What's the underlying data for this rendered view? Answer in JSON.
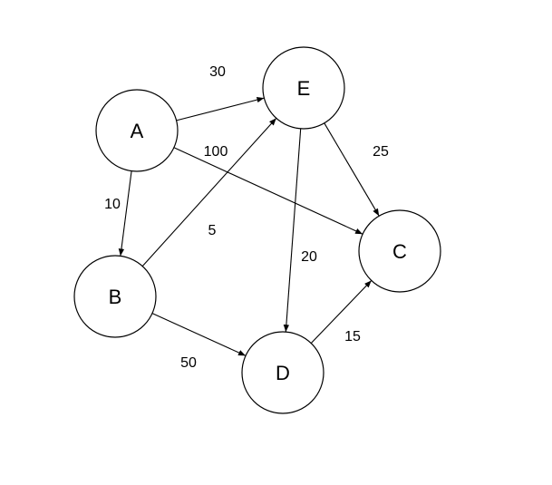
{
  "graph": {
    "nodes": [
      {
        "id": "A",
        "label": "A"
      },
      {
        "id": "E",
        "label": "E"
      },
      {
        "id": "B",
        "label": "B"
      },
      {
        "id": "C",
        "label": "C"
      },
      {
        "id": "D",
        "label": "D"
      }
    ],
    "edges": [
      {
        "from": "A",
        "to": "E",
        "weight": "30"
      },
      {
        "from": "A",
        "to": "C",
        "weight": "100"
      },
      {
        "from": "A",
        "to": "B",
        "weight": "10"
      },
      {
        "from": "B",
        "to": "E",
        "weight": "5"
      },
      {
        "from": "B",
        "to": "D",
        "weight": "50"
      },
      {
        "from": "E",
        "to": "C",
        "weight": "25"
      },
      {
        "from": "E",
        "to": "D",
        "weight": "20"
      },
      {
        "from": "D",
        "to": "C",
        "weight": "15"
      }
    ]
  },
  "colors": {
    "stroke": "#000000",
    "node_fill": "#ffffff",
    "background": "#ffffff"
  }
}
